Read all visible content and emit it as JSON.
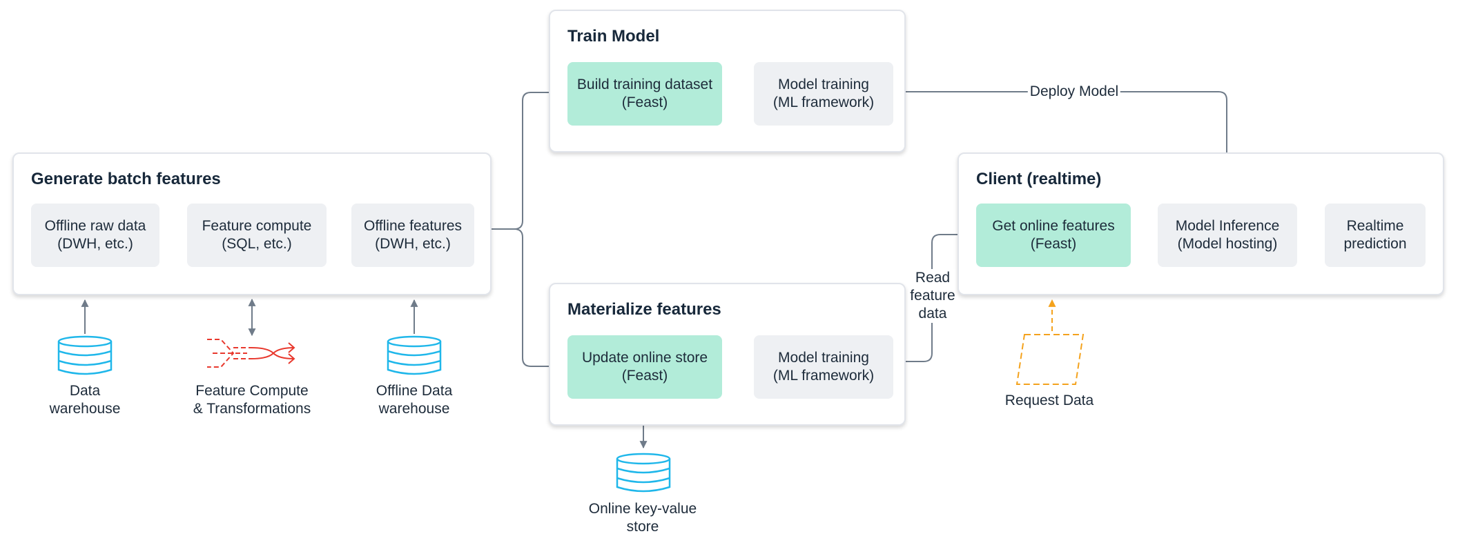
{
  "panels": {
    "batch": {
      "title": "Generate batch features",
      "boxes": [
        {
          "line1": "Offline raw data",
          "line2": "(DWH, etc.)"
        },
        {
          "line1": "Feature compute",
          "line2": "(SQL, etc.)"
        },
        {
          "line1": "Offline features",
          "line2": "(DWH, etc.)"
        }
      ]
    },
    "train": {
      "title": "Train Model",
      "boxes": [
        {
          "line1": "Build training dataset",
          "line2": "(Feast)"
        },
        {
          "line1": "Model training",
          "line2": "(ML framework)"
        }
      ]
    },
    "materialize": {
      "title": "Materialize features",
      "boxes": [
        {
          "line1": "Update online store",
          "line2": "(Feast)"
        },
        {
          "line1": "Model training",
          "line2": "(ML framework)"
        }
      ]
    },
    "client": {
      "title": "Client (realtime)",
      "boxes": [
        {
          "line1": "Get online features",
          "line2": "(Feast)"
        },
        {
          "line1": "Model Inference",
          "line2": "(Model hosting)"
        },
        {
          "line1": "Realtime",
          "line2": "prediction"
        }
      ]
    }
  },
  "edge_labels": {
    "deploy": "Deploy Model",
    "read_line1": "Read",
    "read_line2": "feature",
    "read_line3": "data"
  },
  "sources": {
    "dwh": {
      "line1": "Data",
      "line2": "warehouse",
      "icon": "database-icon"
    },
    "compute": {
      "line1": "Feature Compute",
      "line2": "& Transformations",
      "icon": "transformation-icon"
    },
    "offline_dwh": {
      "line1": "Offline Data",
      "line2": "warehouse",
      "icon": "database-icon"
    },
    "online_kv": {
      "line1": "Online key-value",
      "line2": "store",
      "icon": "database-icon"
    },
    "request": {
      "line1": "Request Data",
      "icon": "parallelogram-icon"
    }
  },
  "colors": {
    "green_box": "#b2ecd9",
    "gray_box": "#eef0f3",
    "arrow": "#6f7b89",
    "database": "#1fb7ea",
    "transform": "#e8382d",
    "request": "#f4a21c"
  }
}
